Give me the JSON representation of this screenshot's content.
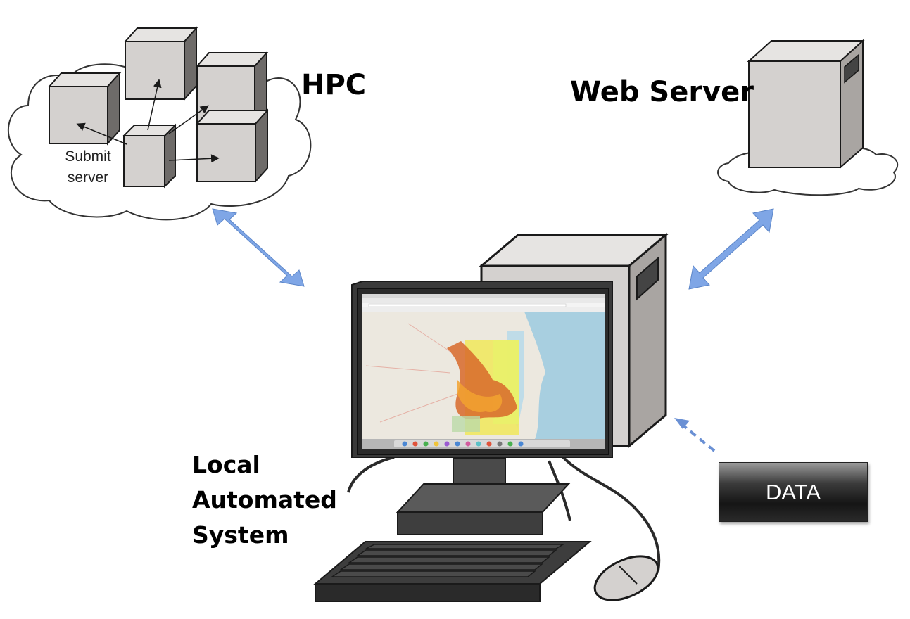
{
  "labels": {
    "hpc": "HPC",
    "web_server": "Web Server",
    "local_line1": "Local",
    "local_line2": "Automated",
    "local_line3": "System",
    "submit_line1": "Submit",
    "submit_line2": "server",
    "data": "DATA"
  },
  "colors": {
    "arrow": "#7fa6e6",
    "server_face": "#d4d1cf",
    "server_side": "#a9a5a2",
    "outline": "#1a1a1a",
    "map_water": "#a8cfe0",
    "map_land": "#ece8df"
  },
  "icons": [
    "cloud-icon",
    "server-icon",
    "desktop-computer-icon",
    "keyboard-icon",
    "mouse-icon"
  ]
}
